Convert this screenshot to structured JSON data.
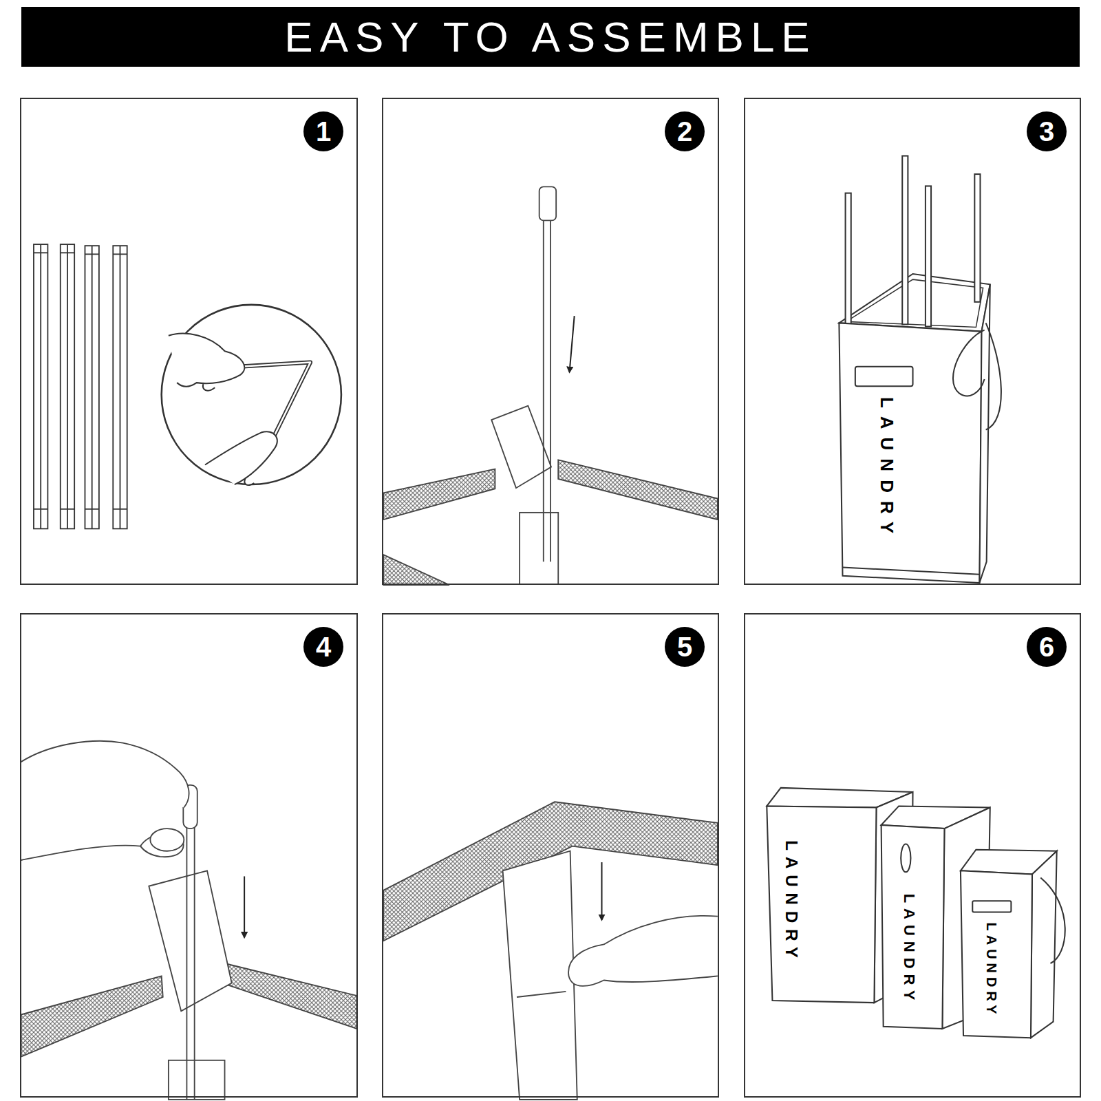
{
  "diagram": {
    "title": "EASY TO ASSEMBLE",
    "nodes": [
      {
        "text": [
          "1"
        ]
      },
      {
        "text": [
          "2"
        ]
      },
      {
        "text": [
          "3"
        ]
      },
      {
        "text": [
          "4"
        ]
      },
      {
        "text": [
          "5"
        ]
      },
      {
        "text": [
          "6"
        ]
      }
    ],
    "labels": [
      "LAUNDRY",
      "LAUNDRY",
      "LAUNDRY",
      "LAUNDRY"
    ]
  }
}
